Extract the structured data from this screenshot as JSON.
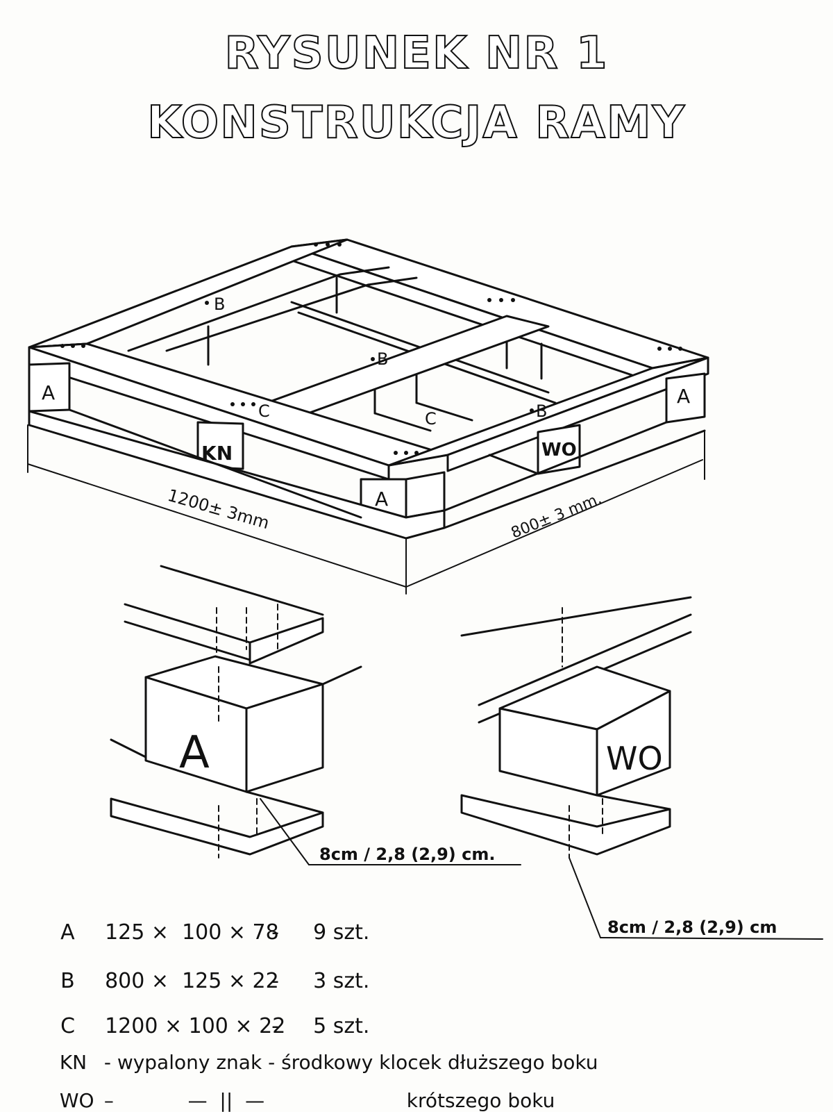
{
  "title": {
    "line1": "RYSUNEK NR 1",
    "line2": "KONSTRUKCJA RAMY"
  },
  "pallet_labels": {
    "B_top_left": "B",
    "B_middle": "B",
    "B_right": "B",
    "C_front": "C",
    "C_middle": "C",
    "A_left": "A",
    "A_right": "A",
    "A_front": "A",
    "KN": "KN",
    "WO": "WO"
  },
  "dimensions": {
    "length": "1200± 3mm",
    "width": "800± 3 mm."
  },
  "detail_left": {
    "block_label": "A",
    "nail_note": "8cm / 2,8 (2,9) cm."
  },
  "detail_right": {
    "block_label": "WO",
    "nail_note": "8cm / 2,8 (2,9) cm"
  },
  "legend": [
    {
      "code": "A",
      "dims": "125 ×  100 × 78",
      "sep": "-",
      "qty": "9 szt."
    },
    {
      "code": "B",
      "dims": "800 ×  125 × 22",
      "sep": "-",
      "qty": "3 szt."
    },
    {
      "code": "C",
      "dims": "1200 × 100 × 22",
      "sep": "-",
      "qty": "5 szt."
    }
  ],
  "notes": [
    {
      "code": "KN",
      "text": "- wypalony znak - środkowy klocek dłuższego boku"
    },
    {
      "code": "WO",
      "text": "–            —  ||  —                       krótszego boku"
    }
  ]
}
